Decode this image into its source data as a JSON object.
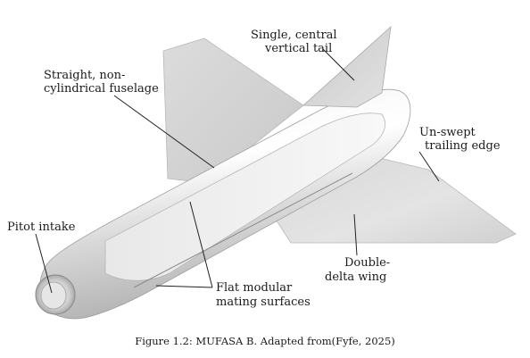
{
  "labels": {
    "tail": [
      "Single, central",
      "vertical tail"
    ],
    "fuselage": [
      "Straight, non-",
      "cylindrical fuselage"
    ],
    "trailing": [
      "Un-swept",
      "trailing edge"
    ],
    "pitot": [
      "Pitot intake"
    ],
    "wing": [
      "Double-",
      "delta wing"
    ],
    "mating": [
      "Flat modular",
      "mating surfaces"
    ]
  },
  "caption": "Figure 1.2: MUFASA B. Adapted from(Fyfe, 2025)"
}
